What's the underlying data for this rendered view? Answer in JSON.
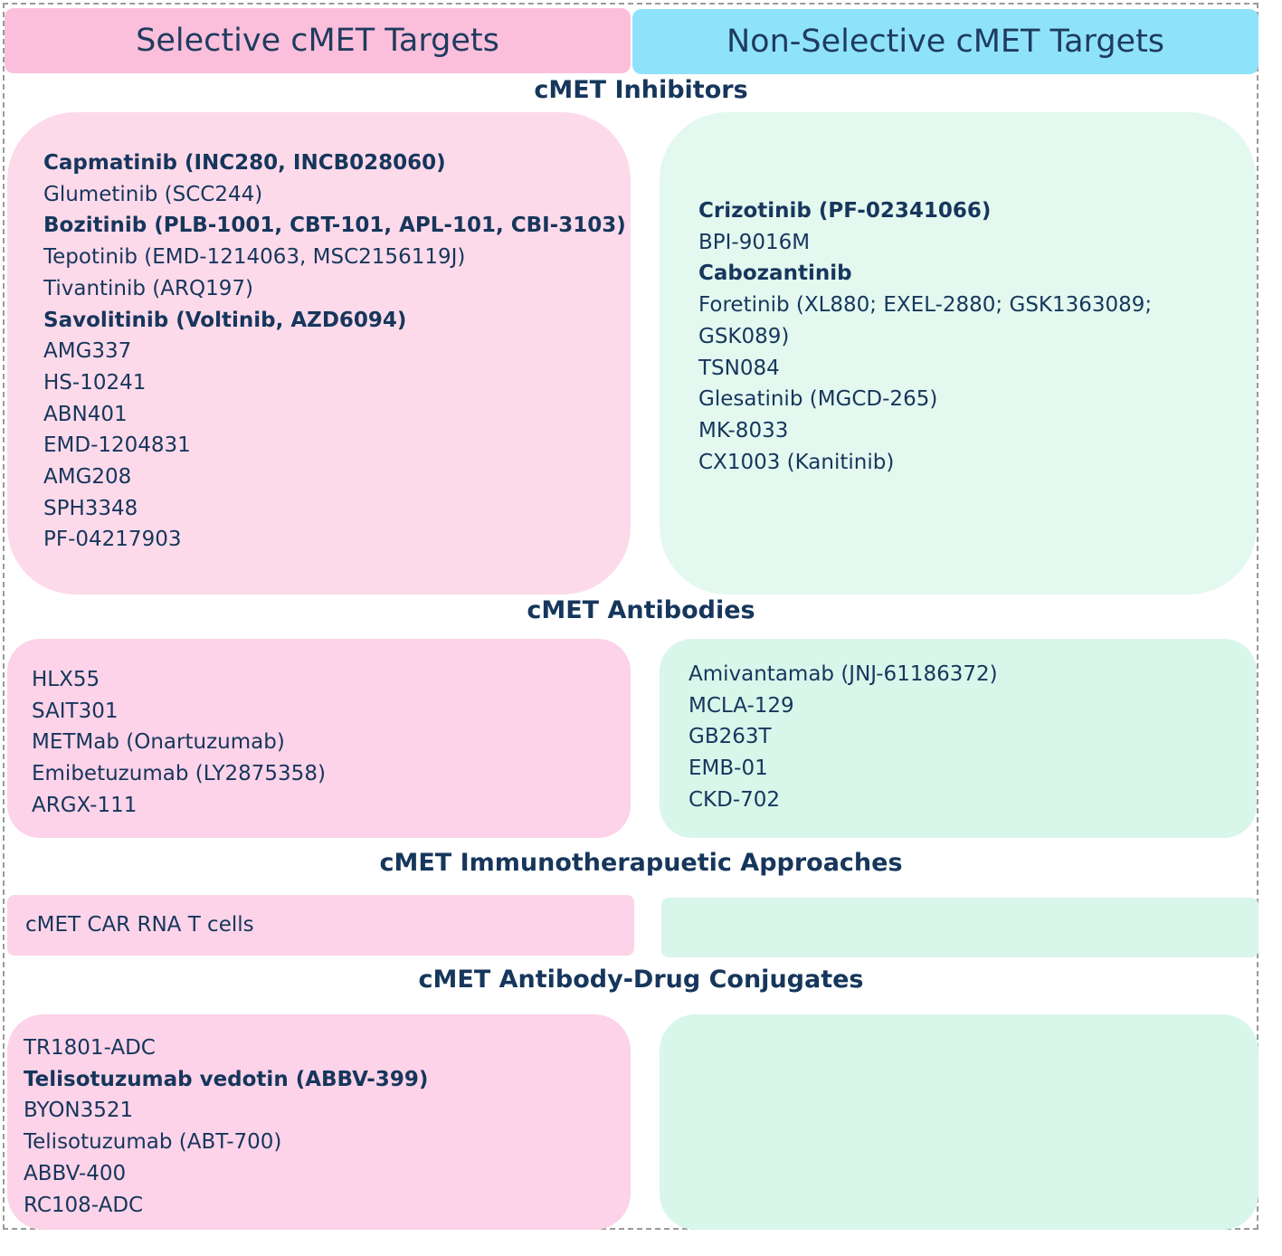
{
  "headers": {
    "selective": "Selective cMET Targets",
    "non_selective": "Non-Selective cMET Targets"
  },
  "sections": {
    "inhibitors": {
      "title": "cMET Inhibitors",
      "selective": [
        {
          "text": "Capmatinib (INC280, INCB028060)",
          "bold": true
        },
        {
          "text": "Glumetinib (SCC244)",
          "bold": false
        },
        {
          "text": "Bozitinib (PLB-1001, CBT-101, APL-101, CBI-3103)",
          "bold": true
        },
        {
          "text": "Tepotinib (EMD-1214063, MSC2156119J)",
          "bold": false
        },
        {
          "text": "Tivantinib (ARQ197)",
          "bold": false
        },
        {
          "text": "Savolitinib (Voltinib, AZD6094)",
          "bold": true
        },
        {
          "text": "AMG337",
          "bold": false
        },
        {
          "text": "HS-10241",
          "bold": false
        },
        {
          "text": "ABN401",
          "bold": false
        },
        {
          "text": "EMD-1204831",
          "bold": false
        },
        {
          "text": "AMG208",
          "bold": false
        },
        {
          "text": "SPH3348",
          "bold": false
        },
        {
          "text": "PF-04217903",
          "bold": false
        }
      ],
      "non_selective": [
        {
          "text": "Crizotinib (PF-02341066)",
          "bold": true
        },
        {
          "text": "BPI-9016M",
          "bold": false
        },
        {
          "text": "Cabozantinib",
          "bold": true
        },
        {
          "text": "Foretinib (XL880; EXEL-2880; GSK1363089;",
          "bold": false
        },
        {
          "text": "GSK089)",
          "bold": false
        },
        {
          "text": "TSN084",
          "bold": false
        },
        {
          "text": "Glesatinib (MGCD-265)",
          "bold": false
        },
        {
          "text": "MK-8033",
          "bold": false
        },
        {
          "text": "CX1003 (Kanitinib)",
          "bold": false
        }
      ]
    },
    "antibodies": {
      "title": "cMET Antibodies",
      "selective": [
        {
          "text": "HLX55",
          "bold": false
        },
        {
          "text": "SAIT301",
          "bold": false
        },
        {
          "text": "METMab (Onartuzumab)",
          "bold": false
        },
        {
          "text": "Emibetuzumab (LY2875358)",
          "bold": false
        },
        {
          "text": "ARGX-111",
          "bold": false
        }
      ],
      "non_selective": [
        {
          "text": "Amivantamab (JNJ-61186372)",
          "bold": false
        },
        {
          "text": "MCLA-129",
          "bold": false
        },
        {
          "text": "GB263T",
          "bold": false
        },
        {
          "text": "EMB-01",
          "bold": false
        },
        {
          "text": "CKD-702",
          "bold": false
        }
      ]
    },
    "immunotherapeutic": {
      "title": "cMET Immunotherapuetic Approaches",
      "selective": [
        {
          "text": "cMET CAR RNA T cells",
          "bold": false
        }
      ],
      "non_selective": []
    },
    "adc": {
      "title": "cMET Antibody-Drug Conjugates",
      "selective": [
        {
          "text": "TR1801-ADC",
          "bold": false
        },
        {
          "text": "Telisotuzumab vedotin (ABBV-399)",
          "bold": true
        },
        {
          "text": "BYON3521",
          "bold": false
        },
        {
          "text": "Telisotuzumab (ABT-700)",
          "bold": false
        },
        {
          "text": "ABBV-400",
          "bold": false
        },
        {
          "text": "RC108-ADC",
          "bold": false
        }
      ],
      "non_selective": []
    }
  },
  "colors": {
    "selective_header": "#fbbfdc",
    "non_selective_header": "#8ee3fb",
    "selective_box": "#fddaea",
    "non_selective_box": "#e3f8ef",
    "text": "#16365c"
  }
}
